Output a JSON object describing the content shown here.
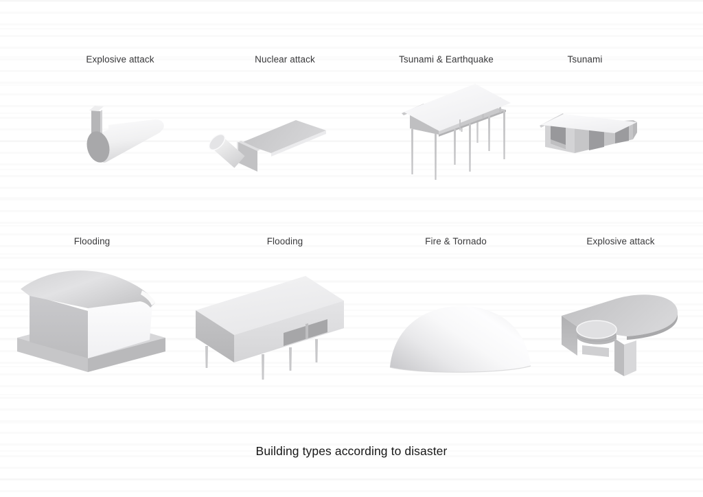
{
  "page": {
    "title": "Building types according to disaster",
    "background": "#ffffff",
    "label_color": "#38383a",
    "title_color": "#161616"
  },
  "palette": {
    "shape_white": "#f7f7f8",
    "shape_light": "#dcdcde",
    "shape_mid": "#c6c6c8",
    "shape_dark": "#a8a8aa",
    "opening_dark": "#9b9b9e"
  },
  "cells": [
    {
      "label": "Explosive attack",
      "figure": "cylinder-building-with-stack"
    },
    {
      "label": "Nuclear attack",
      "figure": "pipe-and-ramp-building"
    },
    {
      "label": "Tsunami & Earthquake",
      "figure": "stilt-house-with-gable-roof"
    },
    {
      "label": "Tsunami",
      "figure": "gable-house-with-breakaway-walls"
    },
    {
      "label": "Flooding",
      "figure": "barrel-vault-building-on-plinth"
    },
    {
      "label": "Flooding",
      "figure": "slab-building-on-stilts"
    },
    {
      "label": "Fire & Tornado",
      "figure": "dome-building"
    },
    {
      "label": "Explosive attack",
      "figure": "rounded-slab-building-with-drum"
    }
  ]
}
